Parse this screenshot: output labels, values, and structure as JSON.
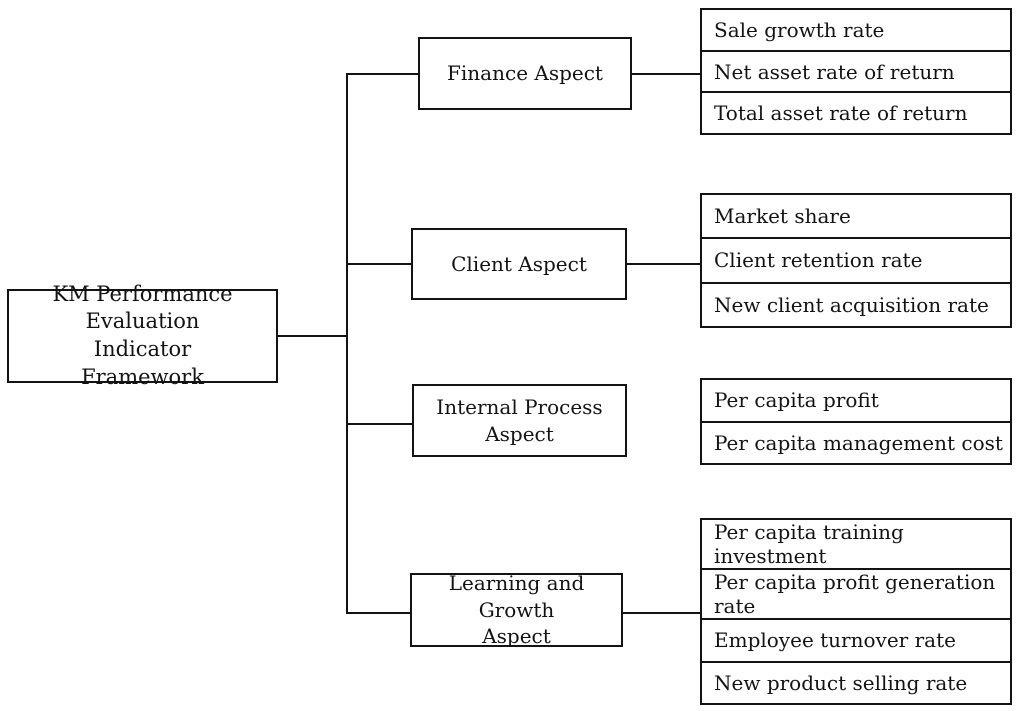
{
  "diagram": {
    "title": "KM Performance Evaluation Indicator Framework diagram",
    "colors": {
      "line": "#131313",
      "text": "#131313",
      "background": "#ffffff"
    },
    "root": {
      "label": "KM Performance Evaluation Indicator Framework"
    },
    "branches": [
      {
        "id": "finance",
        "label": "Finance Aspect",
        "indicators": [
          "Sale growth rate",
          "Net asset rate of return",
          "Total asset rate of return"
        ]
      },
      {
        "id": "client",
        "label": "Client Aspect",
        "indicators": [
          "Market share",
          "Client retention rate",
          "New client acquisition rate"
        ]
      },
      {
        "id": "internal-process",
        "label": "Internal Process Aspect",
        "indicators": [
          "Per capita profit",
          "Per capita management cost"
        ]
      },
      {
        "id": "learning-growth",
        "label": "Learning and Growth Aspect",
        "indicators": [
          "Per capita training investment",
          "Per capita profit generation rate",
          "Employee turnover rate",
          "New product selling rate"
        ]
      }
    ]
  }
}
